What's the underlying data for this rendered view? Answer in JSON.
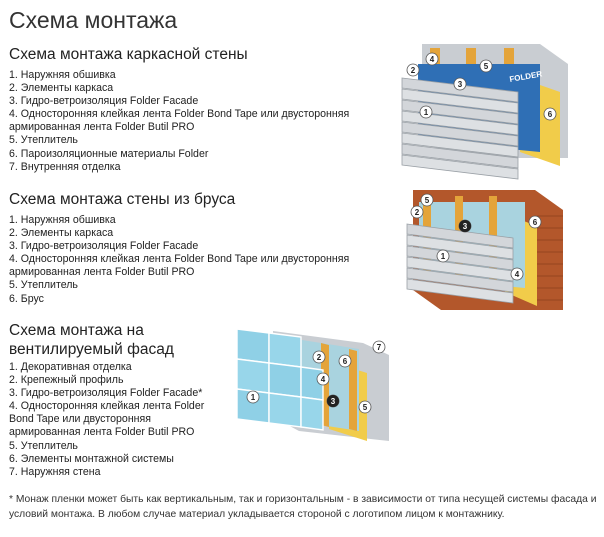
{
  "page": {
    "title": "Схема монтажа"
  },
  "sections": [
    {
      "title": "Схема монтажа каркасной стены",
      "items": [
        "1. Наружняя обшивка",
        "2. Элементы каркаса",
        "3. Гидро-ветроизоляция Folder Facade",
        "4. Односторонняя клейкая лента Folder Bond Tape или двусторонняя армированная лента Folder Butil PRO",
        "5. Утеплитель",
        "6. Пароизоляционные материалы Folder",
        "7. Внутренняя отделка"
      ]
    },
    {
      "title": "Схема монтажа стены из бруса",
      "items": [
        "1. Наружняя обшивка",
        "2. Элементы каркаса",
        "3. Гидро-ветроизоляция Folder Facade",
        "4. Односторонняя клейкая лента Folder Bond Tape или двусторонняя армированная лента Folder Butil PRO",
        "5. Утеплитель",
        "6. Брус"
      ]
    },
    {
      "title": "Схема монтажа на вентилируемый фасад",
      "items": [
        "1. Декоративная отделка",
        "2. Крепежный профиль",
        "3. Гидро-ветроизоляция Folder Facade*",
        "4. Односторонняя клейкая лента Folder Bond Tape или двусторонняя армированная лента Folder Butil PRO",
        "5. Утеплитель",
        "6. Элементы монтажной системы",
        "7. Наружняя стена"
      ]
    }
  ],
  "footnote": "* Монаж пленки может быть как вертикальным, так и горизонтальным - в зависимости от типа несущей системы фасада и условий монтажа. В любом случае материал укладывается стороной с логотипом лицом к монтажнику.",
  "figures": {
    "frame_wall": {
      "logo": "FOLDER",
      "labels": [
        "1",
        "2",
        "3",
        "4",
        "5",
        "6"
      ]
    },
    "timber_wall": {
      "labels": [
        "1",
        "2",
        "3",
        "4",
        "5",
        "6"
      ]
    },
    "vent_facade": {
      "labels": [
        "1",
        "2",
        "3",
        "4",
        "5",
        "6",
        "7"
      ]
    }
  }
}
